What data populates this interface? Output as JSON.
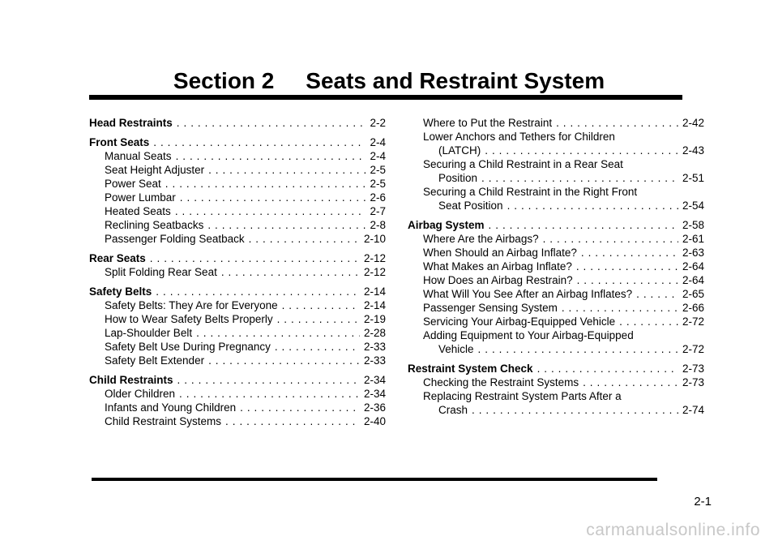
{
  "header": {
    "section": "Section 2",
    "title": "Seats and Restraint System"
  },
  "left": [
    {
      "text": "Head Restraints",
      "page": "2-2",
      "level": 0,
      "gap": false
    },
    {
      "text": "Front Seats",
      "page": "2-4",
      "level": 0,
      "gap": true
    },
    {
      "text": "Manual Seats",
      "page": "2-4",
      "level": 1
    },
    {
      "text": "Seat Height Adjuster",
      "page": "2-5",
      "level": 1
    },
    {
      "text": "Power Seat",
      "page": "2-5",
      "level": 1
    },
    {
      "text": "Power Lumbar",
      "page": "2-6",
      "level": 1
    },
    {
      "text": "Heated Seats",
      "page": "2-7",
      "level": 1
    },
    {
      "text": "Reclining Seatbacks",
      "page": "2-8",
      "level": 1
    },
    {
      "text": "Passenger Folding Seatback",
      "page": "2-10",
      "level": 1
    },
    {
      "text": "Rear Seats",
      "page": "2-12",
      "level": 0,
      "gap": true
    },
    {
      "text": "Split Folding Rear Seat",
      "page": "2-12",
      "level": 1
    },
    {
      "text": "Safety Belts",
      "page": "2-14",
      "level": 0,
      "gap": true
    },
    {
      "text": "Safety Belts: They Are for Everyone",
      "page": "2-14",
      "level": 1
    },
    {
      "text": "How to Wear Safety Belts Properly",
      "page": "2-19",
      "level": 1
    },
    {
      "text": "Lap-Shoulder Belt",
      "page": "2-28",
      "level": 1
    },
    {
      "text": "Safety Belt Use During Pregnancy",
      "page": "2-33",
      "level": 1
    },
    {
      "text": "Safety Belt Extender",
      "page": "2-33",
      "level": 1
    },
    {
      "text": "Child Restraints",
      "page": "2-34",
      "level": 0,
      "gap": true
    },
    {
      "text": "Older Children",
      "page": "2-34",
      "level": 1
    },
    {
      "text": "Infants and Young Children",
      "page": "2-36",
      "level": 1
    },
    {
      "text": "Child Restraint Systems",
      "page": "2-40",
      "level": 1
    }
  ],
  "right": [
    {
      "text": "Where to Put the Restraint",
      "page": "2-42",
      "level": 1
    },
    {
      "text": "Lower Anchors and Tethers for Children",
      "page": "",
      "level": 1
    },
    {
      "text": "(LATCH)",
      "page": "2-43",
      "level": 2
    },
    {
      "text": "Securing a Child Restraint in a Rear Seat",
      "page": "",
      "level": 1
    },
    {
      "text": "Position",
      "page": "2-51",
      "level": 2
    },
    {
      "text": "Securing a Child Restraint in the Right Front",
      "page": "",
      "level": 1
    },
    {
      "text": "Seat Position",
      "page": "2-54",
      "level": 2
    },
    {
      "text": "Airbag System",
      "page": "2-58",
      "level": 0,
      "gap": true
    },
    {
      "text": "Where Are the Airbags?",
      "page": "2-61",
      "level": 1
    },
    {
      "text": "When Should an Airbag Inflate?",
      "page": "2-63",
      "level": 1
    },
    {
      "text": "What Makes an Airbag Inflate?",
      "page": "2-64",
      "level": 1
    },
    {
      "text": "How Does an Airbag Restrain?",
      "page": "2-64",
      "level": 1
    },
    {
      "text": "What Will You See After an Airbag Inflates?",
      "page": "2-65",
      "level": 1
    },
    {
      "text": "Passenger Sensing System",
      "page": "2-66",
      "level": 1
    },
    {
      "text": "Servicing Your Airbag-Equipped Vehicle",
      "page": "2-72",
      "level": 1
    },
    {
      "text": "Adding Equipment to Your Airbag-Equipped",
      "page": "",
      "level": 1
    },
    {
      "text": "Vehicle",
      "page": "2-72",
      "level": 2
    },
    {
      "text": "Restraint System Check",
      "page": "2-73",
      "level": 0,
      "gap": true
    },
    {
      "text": "Checking the Restraint Systems",
      "page": "2-73",
      "level": 1
    },
    {
      "text": "Replacing Restraint System Parts After a",
      "page": "",
      "level": 1
    },
    {
      "text": "Crash",
      "page": "2-74",
      "level": 2
    }
  ],
  "footer": {
    "page_number": "2-1",
    "watermark": "carmanualsonline.info"
  }
}
